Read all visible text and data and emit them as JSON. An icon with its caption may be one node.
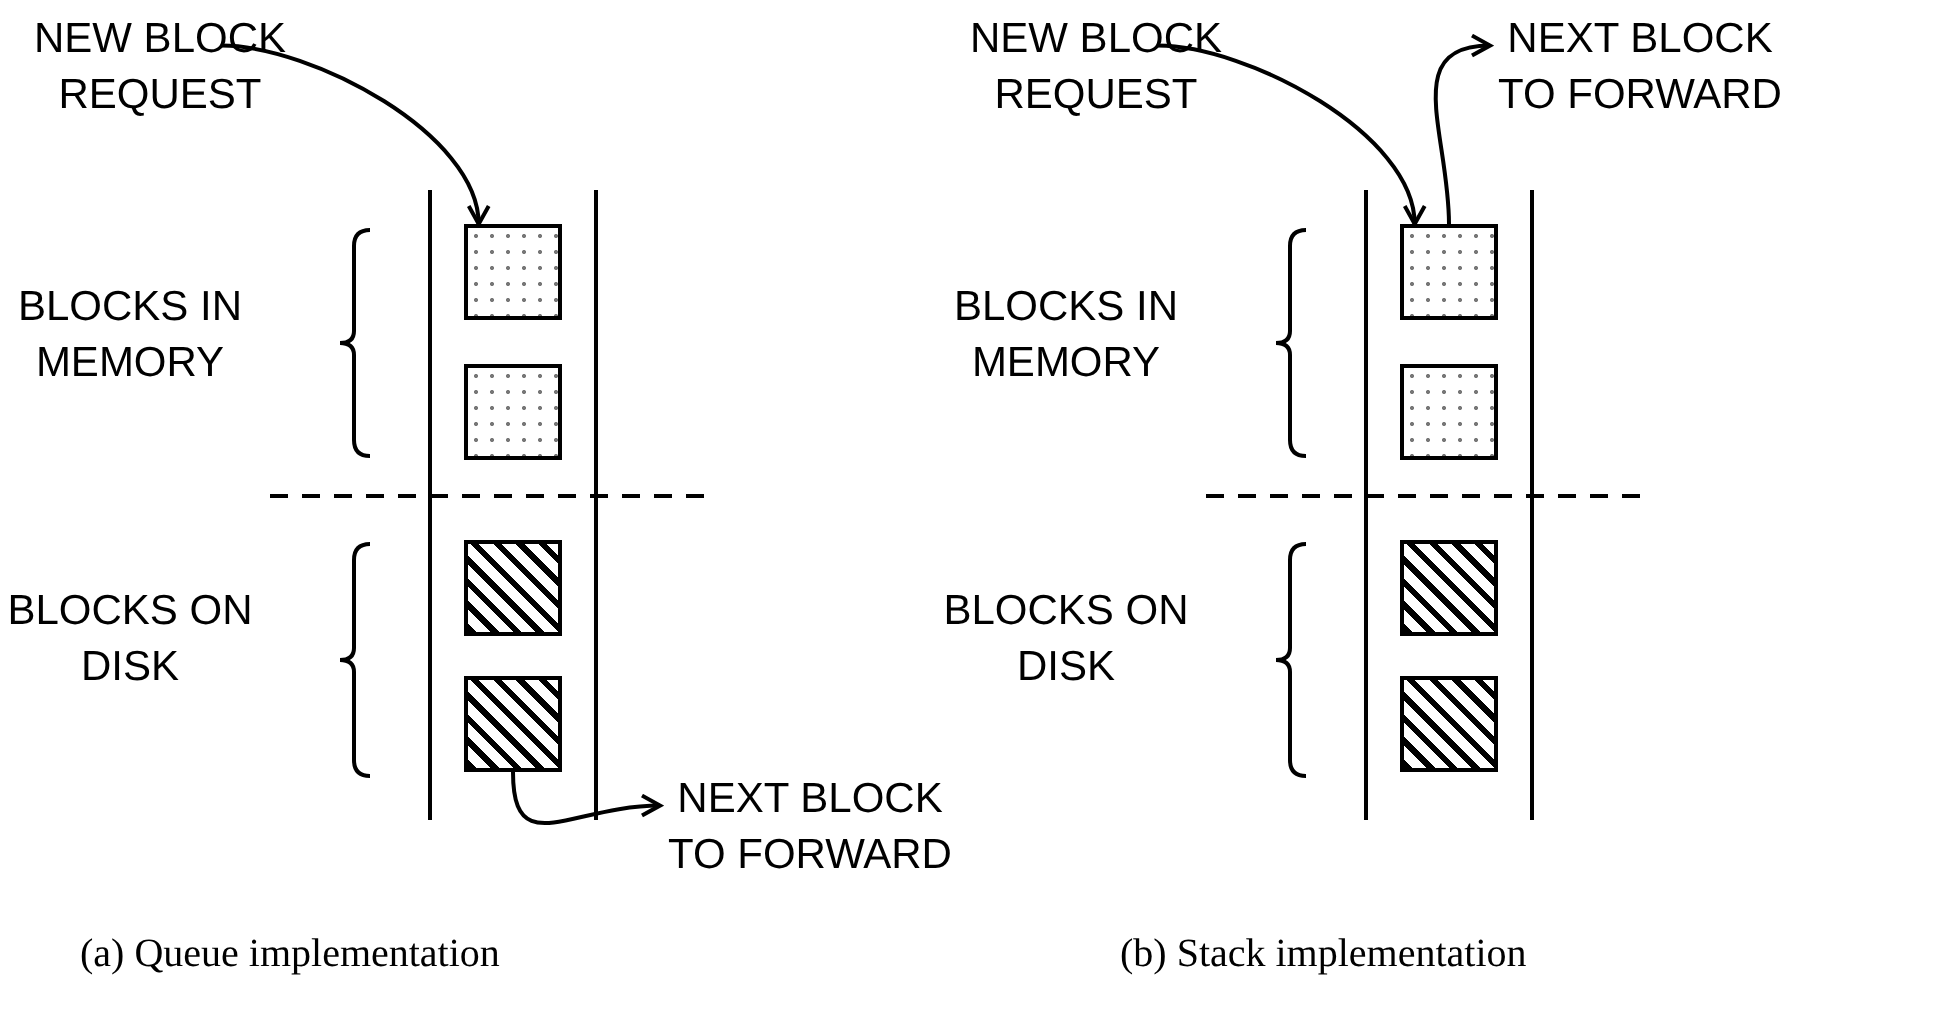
{
  "diagram": {
    "nodes": [
      {
        "text": [
          "NEW BLOCK REQUEST"
        ]
      },
      {
        "text": [],
        "shape": "box"
      },
      {
        "text": [],
        "shape": "box"
      },
      {
        "text": [],
        "shape": "box"
      },
      {
        "text": [],
        "shape": "box"
      },
      {
        "text": [
          "NEXT BLOCK TO FORWARD"
        ]
      },
      {
        "text": [
          "NEW BLOCK REQUEST"
        ]
      },
      {
        "text": [
          "NEXT BLOCK TO FORWARD"
        ]
      },
      {
        "text": [],
        "shape": "box"
      },
      {
        "text": [],
        "shape": "box"
      },
      {
        "text": [],
        "shape": "box"
      },
      {
        "text": [],
        "shape": "box"
      }
    ],
    "edges": [
      {
        "from": 0,
        "to": 1,
        "arrow": "to"
      },
      {
        "from": 4,
        "to": 5,
        "arrow": "to"
      },
      {
        "from": 6,
        "to": 8,
        "arrow": "to"
      },
      {
        "from": 8,
        "to": 7,
        "arrow": "to"
      }
    ],
    "labels": [
      "BLOCKS IN MEMORY",
      "BLOCKS ON DISK",
      "(a) Queue implementation",
      "BLOCKS IN MEMORY",
      "BLOCKS ON DISK",
      "(b) Stack implementation"
    ]
  }
}
